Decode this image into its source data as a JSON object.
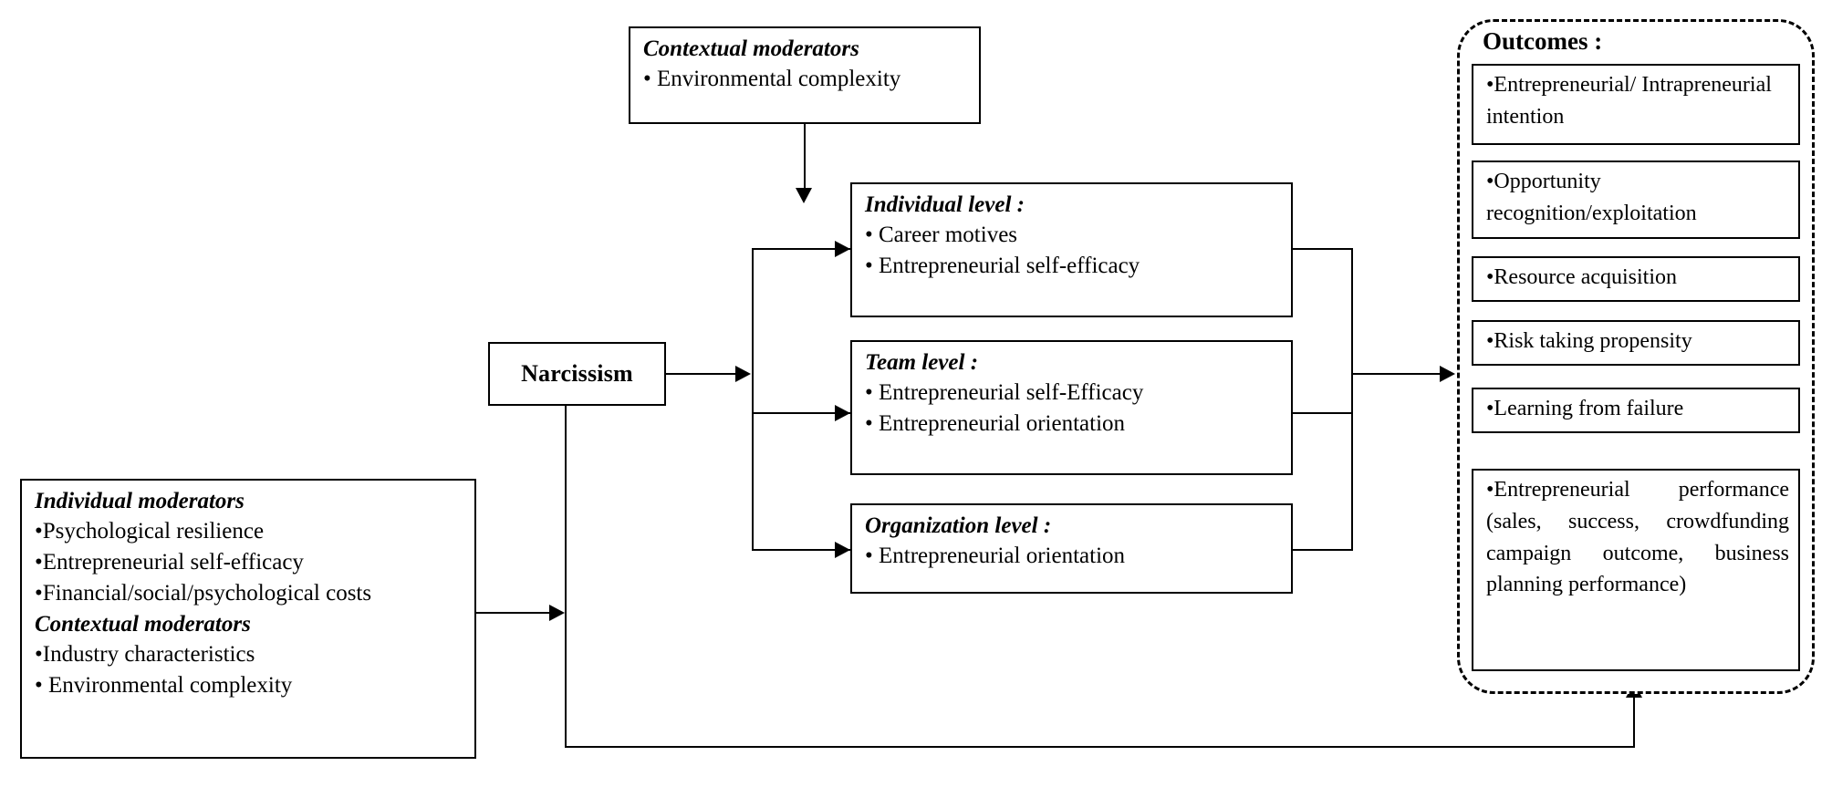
{
  "diagram": {
    "title": "Narcissism multi-level entrepreneurship framework",
    "line_color": "#000000",
    "background": "#ffffff"
  },
  "contextual_moderators_top": {
    "heading": "Contextual moderators",
    "items": [
      "• Environmental complexity"
    ]
  },
  "narcissism": {
    "label": "Narcissism"
  },
  "left_moderators": {
    "heading_individual": "Individual moderators",
    "individual_items": [
      "•Psychological resilience",
      "•Entrepreneurial self-efficacy",
      "•Financial/social/psychological costs"
    ],
    "heading_contextual": "Contextual moderators",
    "contextual_items": [
      "•Industry characteristics",
      "• Environmental complexity"
    ]
  },
  "levels": [
    {
      "heading": "Individual level :",
      "items": [
        "• Career motives",
        "• Entrepreneurial self-efficacy"
      ]
    },
    {
      "heading": "Team level :",
      "items": [
        "• Entrepreneurial self-Efficacy",
        "• Entrepreneurial orientation"
      ]
    },
    {
      "heading": "Organization level :",
      "items": [
        "• Entrepreneurial orientation"
      ]
    }
  ],
  "outcomes": {
    "title": "Outcomes :",
    "items": [
      "•Entrepreneurial/ Intrapreneurial intention",
      "•Opportunity recognition/exploitation",
      "•Resource acquisition",
      "•Risk taking propensity",
      "•Learning from failure",
      "•Entrepreneurial performance (sales, success, crowdfunding campaign outcome, business planning performance)"
    ]
  }
}
